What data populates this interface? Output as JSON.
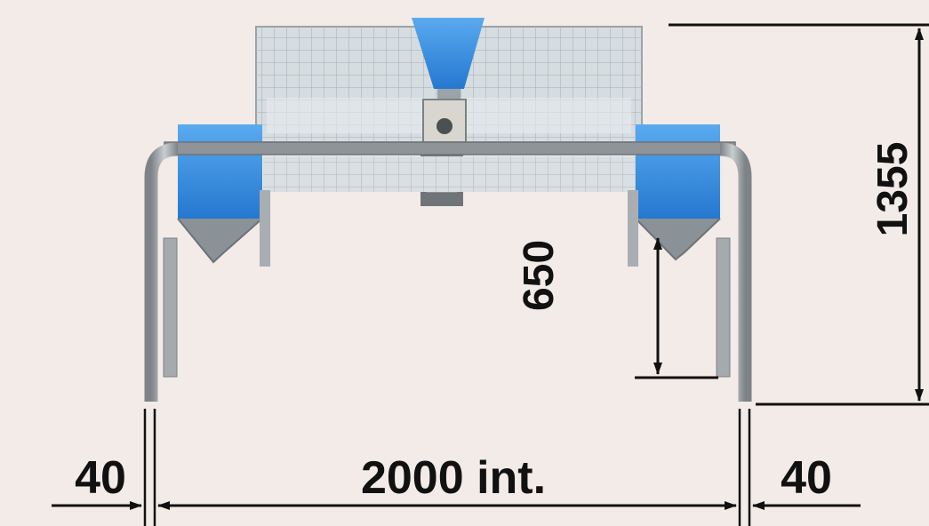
{
  "diagram": {
    "dimensions": {
      "total_height": "1355",
      "clearance_height": "650",
      "interior_width": "2000 int.",
      "left_leg": "40",
      "right_leg": "40"
    }
  },
  "colors": {
    "background": "#f3ebe8",
    "feeder_blue": "#2f8ee6",
    "frame_grey": "#9ea3a6",
    "mesh_grey": "#c9d0d4",
    "dimension_line": "#111111"
  }
}
